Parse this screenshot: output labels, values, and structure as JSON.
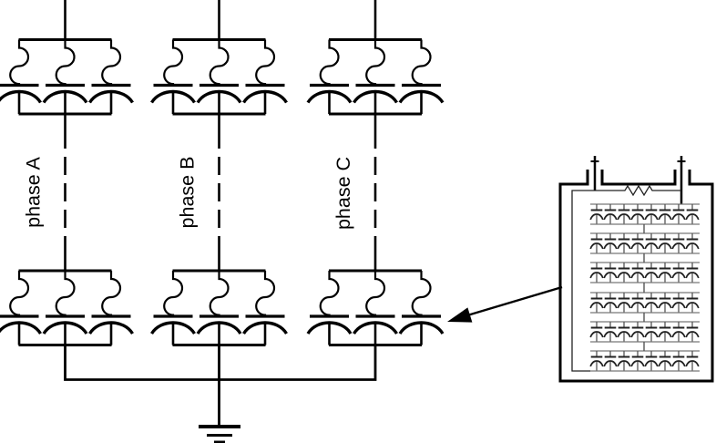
{
  "page": {
    "background": "#ffffff",
    "line_color": "#000000"
  },
  "phases": [
    {
      "label": "phase A"
    },
    {
      "label": "phase B"
    },
    {
      "label": "phase C"
    }
  ],
  "schematic": {
    "banks_per_phase": 2,
    "branches_per_bank": 3,
    "branch_components": [
      "fuse",
      "capacitor"
    ],
    "neutral_connection": "common bus to earth ground",
    "symbols": {
      "fuse": "s-curve",
      "capacitor": "flat-plate-over-curved-plate",
      "ground": "three-bar-earth"
    }
  },
  "capacitor_unit_inset": {
    "rows_in_series": 6,
    "elements_per_row": 8,
    "bushings": 2,
    "discharge_resistor": true,
    "connection": "arrow from unit tank to phase C lower bank capacitor"
  }
}
